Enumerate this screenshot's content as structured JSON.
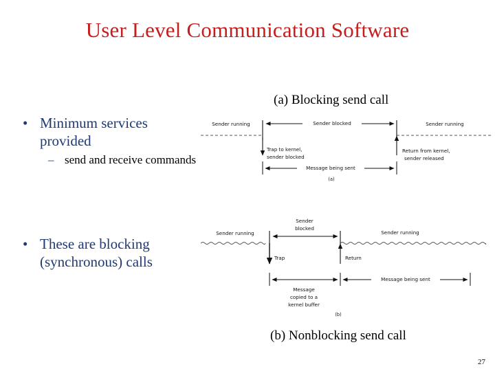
{
  "slide": {
    "title": "User Level Communication Software",
    "page_number": "27",
    "title_color": "#C41E1E",
    "bullet_color": "#1F3A72",
    "subbullet_color": "#000000"
  },
  "bullets": [
    {
      "marker": "•",
      "text": "Minimum services provided",
      "children": [
        {
          "marker": "–",
          "text": "send and receive commands"
        }
      ]
    },
    {
      "marker": "•",
      "text": "These are blocking (synchronous) calls",
      "children": []
    }
  ],
  "figures": {
    "caption_a": "(a) Blocking send call",
    "caption_b": "(b) Nonblocking send call",
    "diagram_a": {
      "sublabel": "(a)",
      "labels": {
        "left_running": "Sender running",
        "blocked": "Sender blocked",
        "right_running": "Sender running",
        "trap_line1": "Trap to kernel,",
        "trap_line2": "sender blocked",
        "return_line1": "Return from kernel,",
        "return_line2": "sender released",
        "message": "Message being sent"
      }
    },
    "diagram_b": {
      "sublabel": "(b)",
      "labels": {
        "left_running": "Sender running",
        "blocked_line1": "Sender",
        "blocked_line2": "blocked",
        "right_running": "Sender running",
        "trap": "Trap",
        "return": "Return",
        "copy_line1": "Message",
        "copy_line2": "copied to a",
        "copy_line3": "kernel buffer",
        "message": "Message being sent"
      }
    }
  }
}
